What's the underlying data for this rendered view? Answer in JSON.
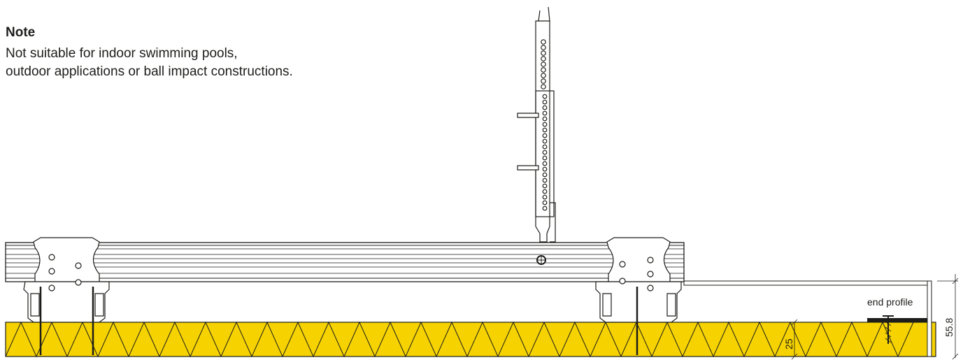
{
  "note": {
    "title": "Note",
    "lines": [
      "Not suitable for indoor swimming pools,",
      "outdoor applications or ball impact constructions."
    ]
  },
  "labels": {
    "end_profile": "end profile",
    "insulation_thickness": "25",
    "total_height": "55.8"
  },
  "colors": {
    "insulation": "#f6d300",
    "line": "#1d1d1b",
    "metal_fill": "#ffffff"
  }
}
